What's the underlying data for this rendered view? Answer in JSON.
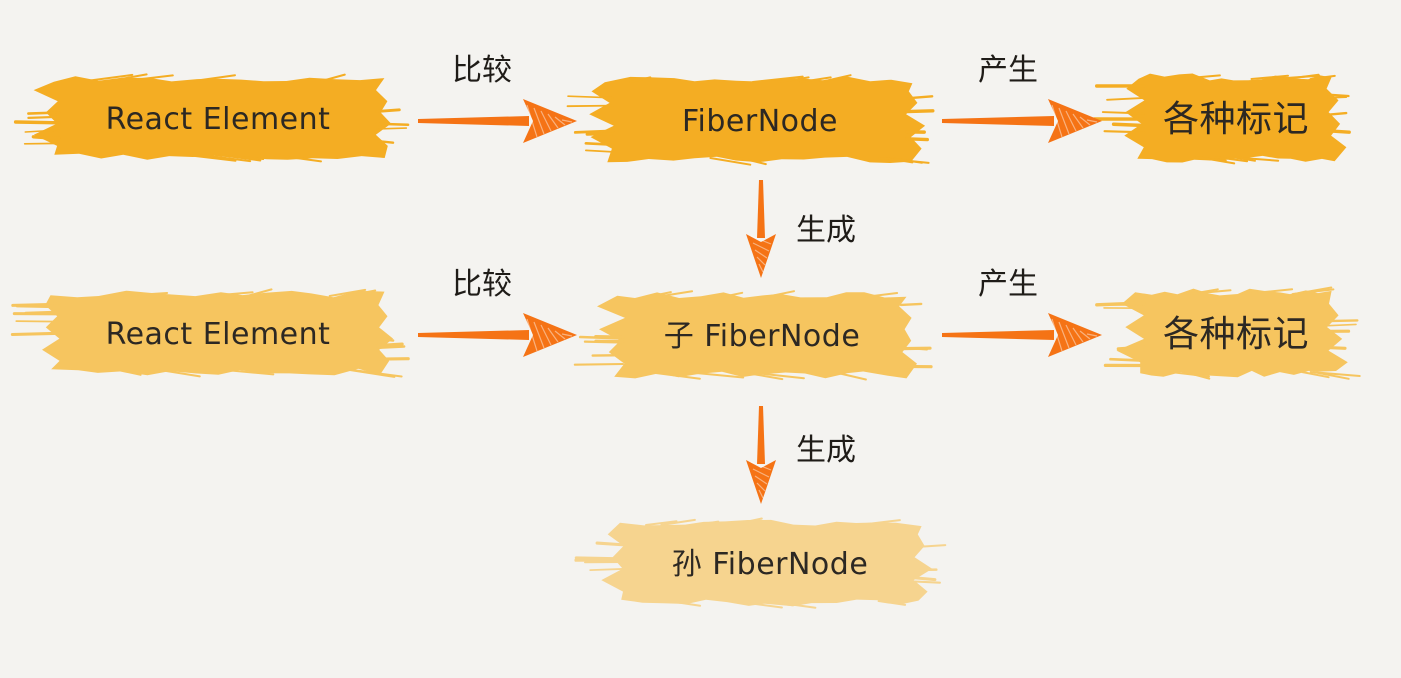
{
  "colors": {
    "background": "#f4f3f0",
    "level_1": "#f4ad23",
    "level_2": "#f6c55f",
    "level_3": "#f6d48f",
    "arrow": "#f57315",
    "text": "#2c2823"
  },
  "nodes": [
    {
      "id": "react-element-1",
      "label": "React Element",
      "level": 1
    },
    {
      "id": "fibernode",
      "label": "FiberNode",
      "level": 1
    },
    {
      "id": "marks-1",
      "label": "各种标记",
      "level": 1
    },
    {
      "id": "react-element-2",
      "label": "React Element",
      "level": 2
    },
    {
      "id": "child-fibernode",
      "label": "子 FiberNode",
      "level": 2
    },
    {
      "id": "marks-2",
      "label": "各种标记",
      "level": 2
    },
    {
      "id": "grandchild-fibernode",
      "label": "孙 FiberNode",
      "level": 3
    }
  ],
  "edges": [
    {
      "id": "compare-1",
      "from": "react-element-1",
      "to": "fibernode",
      "label": "比较"
    },
    {
      "id": "produce-1",
      "from": "fibernode",
      "to": "marks-1",
      "label": "产生"
    },
    {
      "id": "generate-1",
      "from": "fibernode",
      "to": "child-fibernode",
      "label": "生成"
    },
    {
      "id": "compare-2",
      "from": "react-element-2",
      "to": "child-fibernode",
      "label": "比较"
    },
    {
      "id": "produce-2",
      "from": "child-fibernode",
      "to": "marks-2",
      "label": "产生"
    },
    {
      "id": "generate-2",
      "from": "child-fibernode",
      "to": "grandchild-fibernode",
      "label": "生成"
    }
  ]
}
